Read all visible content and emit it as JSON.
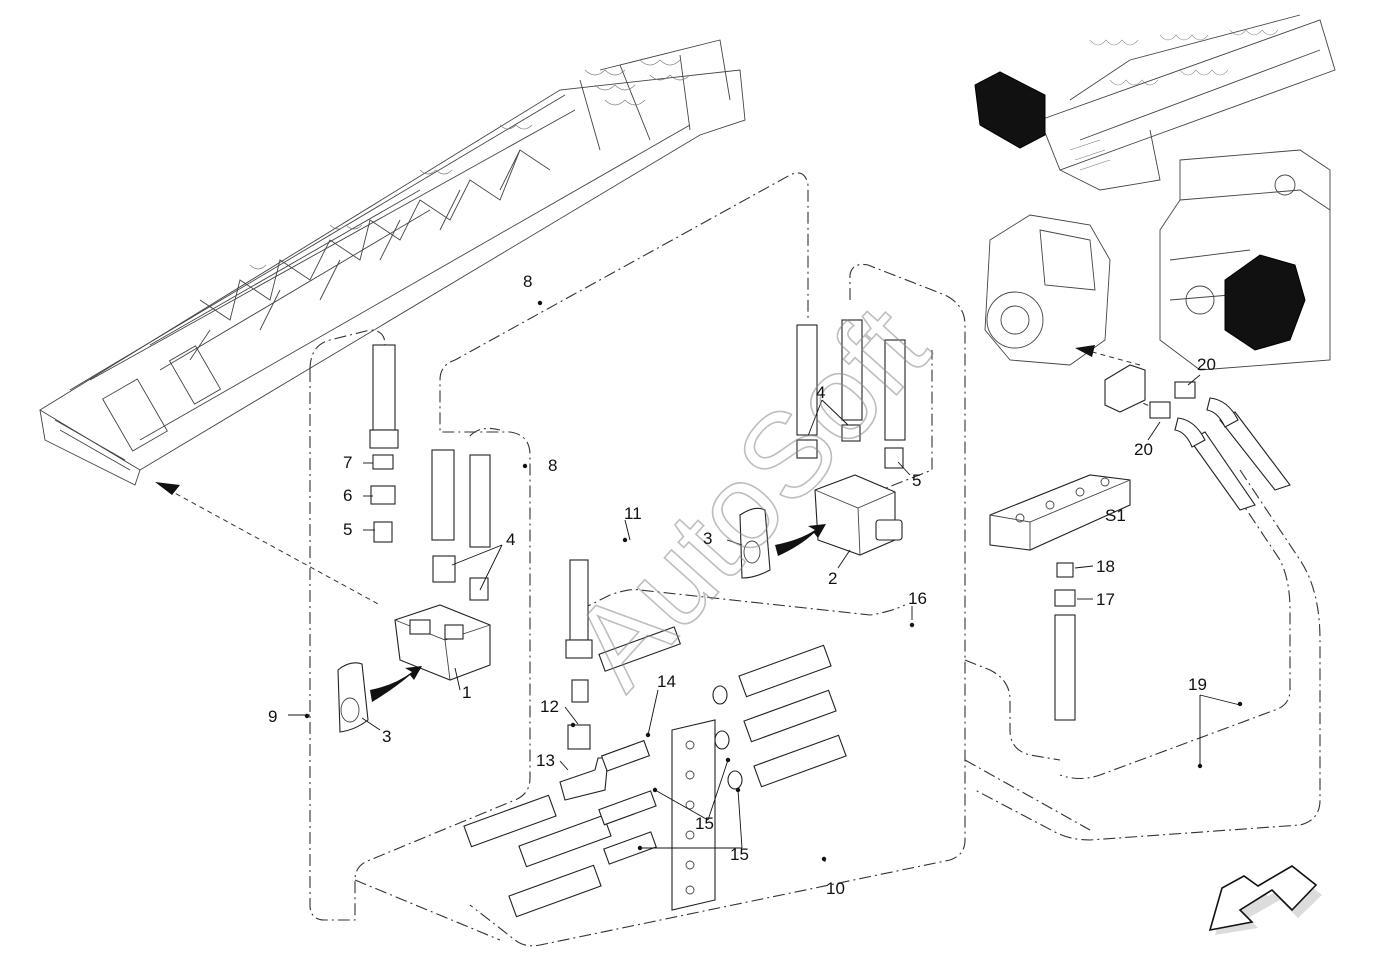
{
  "watermark": "AutoSoft",
  "callouts": {
    "c1": "1",
    "c2": "2",
    "c3a": "3",
    "c3b": "3",
    "c4a": "4",
    "c4b": "4",
    "c5a": "5",
    "c5b": "5",
    "c6": "6",
    "c7": "7",
    "c8a": "8",
    "c8b": "8",
    "c9": "9",
    "c10": "10",
    "c11": "11",
    "c12": "12",
    "c13": "13",
    "c14": "14",
    "c15a": "15",
    "c15b": "15",
    "c16": "16",
    "c17": "17",
    "c18": "18",
    "c19": "19",
    "c20a": "20",
    "c20b": "20",
    "s1": "S1"
  },
  "icons": {
    "direction_arrow": "orientation-arrow-icon",
    "install_arrow": "curved-arrow-icon"
  },
  "colors": {
    "ink": "#111111",
    "background": "#ffffff",
    "watermark": "#8a8a8a"
  }
}
